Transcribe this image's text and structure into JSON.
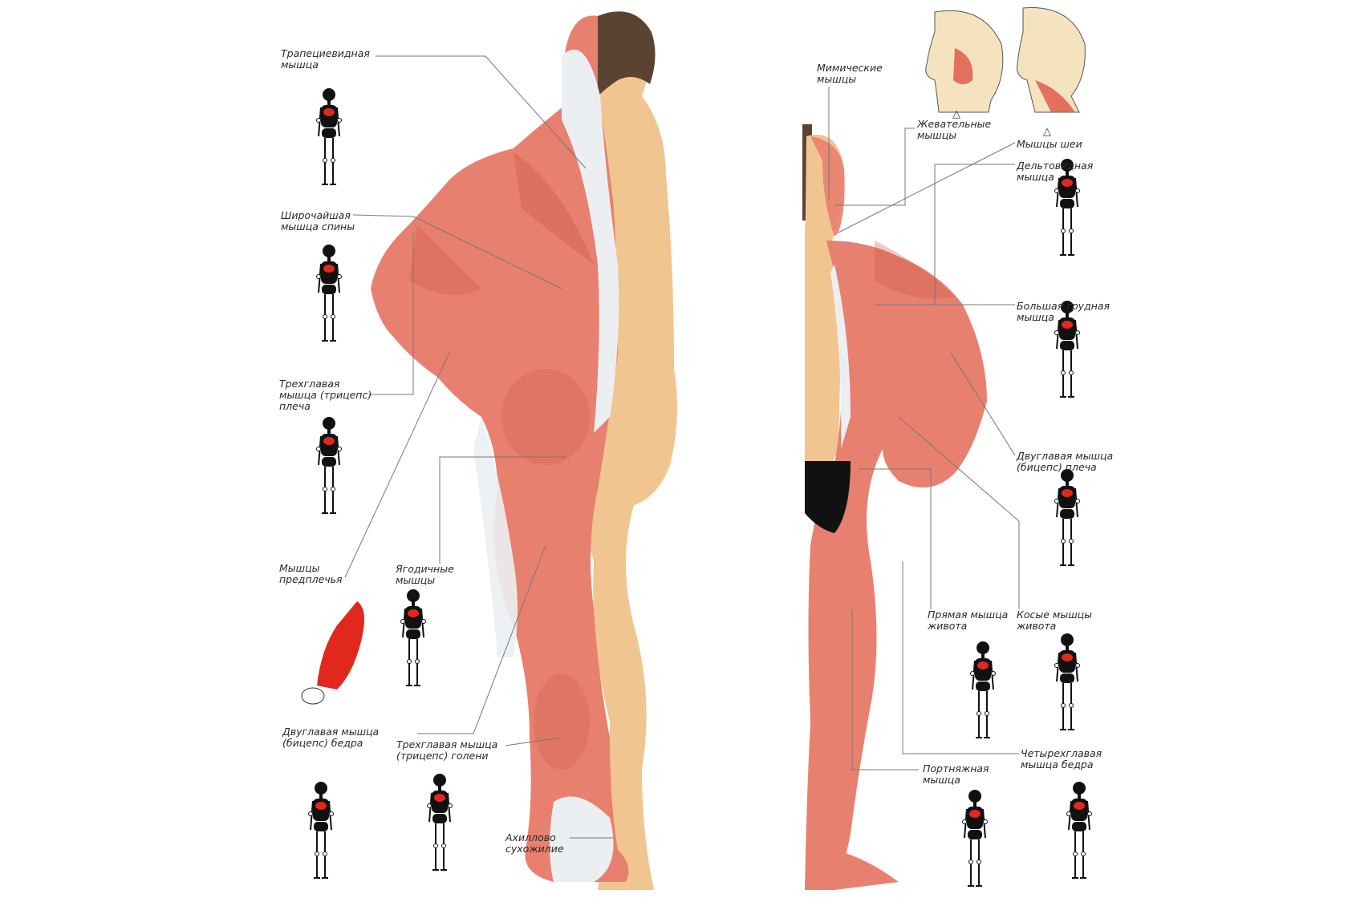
{
  "colors": {
    "muscle": "#e8806f",
    "muscle_dark": "#c9533f",
    "tendon": "#eceff2",
    "skin": "#f1c590",
    "hair": "#5a4330",
    "figure": "#111111",
    "highlight": "#e0281e",
    "leader_line": "#777777",
    "label_text": "#2a2a2a"
  },
  "back_view": {
    "labels": [
      {
        "id": "trapezius",
        "text": "Трапециевидная\nмышца"
      },
      {
        "id": "latissimus",
        "text": "Широчайшая\nмышца спины"
      },
      {
        "id": "triceps-arm",
        "text": "Трехглавая\nмышца (трицепс)\nплеча"
      },
      {
        "id": "forearm",
        "text": "Мышцы\nпредплечья"
      },
      {
        "id": "gluteal",
        "text": "Ягодичные\nмышцы"
      },
      {
        "id": "biceps-thigh",
        "text": "Двуглавая мышца\n(бицепс) бедра"
      },
      {
        "id": "triceps-calf",
        "text": "Трехглавая мышца\n(трицепс) голени"
      },
      {
        "id": "achilles",
        "text": "Ахиллово\nсухожилие"
      }
    ]
  },
  "front_view": {
    "labels": [
      {
        "id": "facial",
        "text": "Мимические\nмышцы"
      },
      {
        "id": "masticatory",
        "text": "Жевательные\nмышцы"
      },
      {
        "id": "neck",
        "text": "Мышцы шеи"
      },
      {
        "id": "deltoid",
        "text": "Дельтовидная\nмышца"
      },
      {
        "id": "pectoral",
        "text": "Большая грудная\nмышца"
      },
      {
        "id": "biceps-arm",
        "text": "Двуглавая мышца\n(бицепс) плеча"
      },
      {
        "id": "rectus",
        "text": "Прямая мышца\nживота"
      },
      {
        "id": "oblique",
        "text": "Косые мышцы\nживота"
      },
      {
        "id": "sartorius",
        "text": "Портняжная\nмышца"
      },
      {
        "id": "quadriceps",
        "text": "Четырехглавая\nмышца бедра"
      }
    ],
    "markers": [
      "△",
      "△"
    ]
  }
}
